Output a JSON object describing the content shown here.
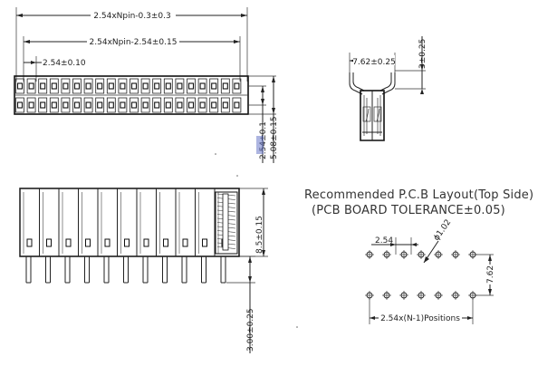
{
  "top_view": {
    "overall_dim": "2.54xNpin-0.3±0.3",
    "inner_dim": "2.54xNpin-2.54±0.15",
    "pitch_dim": "2.54±0.10",
    "row_pitch_dim": "2.54±0.1",
    "body_width_dim": "5.08±0.15"
  },
  "side_view": {
    "width_dim": "7.62±0.25",
    "height_dim": "3±0.25"
  },
  "front_view": {
    "height_dim": "8.5±0.15",
    "pin_dim": "3.00±0.25"
  },
  "pcb_layout": {
    "title_line1": "Recommended P.C.B Layout(Top Side)",
    "title_line2": "(PCB BOARD TOLERANCE±0.05)",
    "pitch_dim": "2.54",
    "hole_dim": "ϕ1.02",
    "row_dim": "7.62",
    "positions_dim": "2.54x(N-1)Positions"
  }
}
